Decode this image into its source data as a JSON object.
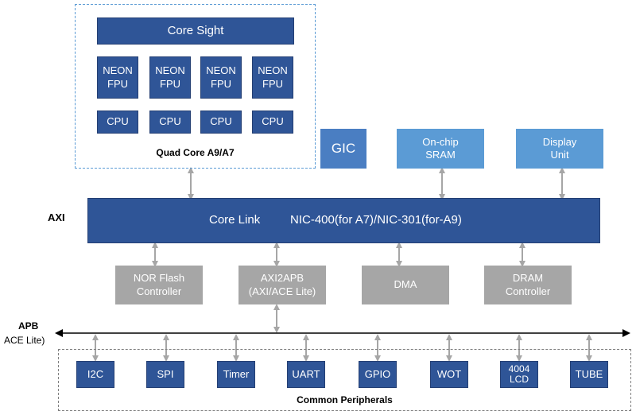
{
  "cluster": {
    "coresight": "Core Sight",
    "neon": [
      "NEON\nFPU",
      "NEON\nFPU",
      "NEON\nFPU",
      "NEON\nFPU"
    ],
    "cpu": [
      "CPU",
      "CPU",
      "CPU",
      "CPU"
    ],
    "caption": "Quad Core A9/A7"
  },
  "top_blocks": {
    "gic": "GIC",
    "sram": "On-chip\nSRAM",
    "display": "Display\nUnit"
  },
  "bus": {
    "axi_label": "AXI",
    "corelink": "Core Link",
    "nic": "NIC-400(for A7)/NIC-301(for-A9)"
  },
  "mid_blocks": {
    "nor": "NOR Flash\nController",
    "axi2apb": "AXI2APB\n(AXI/ACE Lite)",
    "dma": "DMA",
    "dram": "DRAM\nController"
  },
  "apb": {
    "label": "APB",
    "sublabel": "ACE Lite)"
  },
  "peripherals": {
    "items": [
      "I2C",
      "SPI",
      "Timer",
      "UART",
      "GPIO",
      "WOT",
      "4004\nLCD",
      "TUBE"
    ],
    "caption": "Common Peripherals"
  },
  "colors": {
    "dark_blue": "#2f5597",
    "mid_blue": "#4a7ec2",
    "light_blue": "#5b9bd5",
    "gray": "#a6a6a6",
    "cluster_border": "#5b9bd5",
    "peripheral_border": "#808080"
  }
}
